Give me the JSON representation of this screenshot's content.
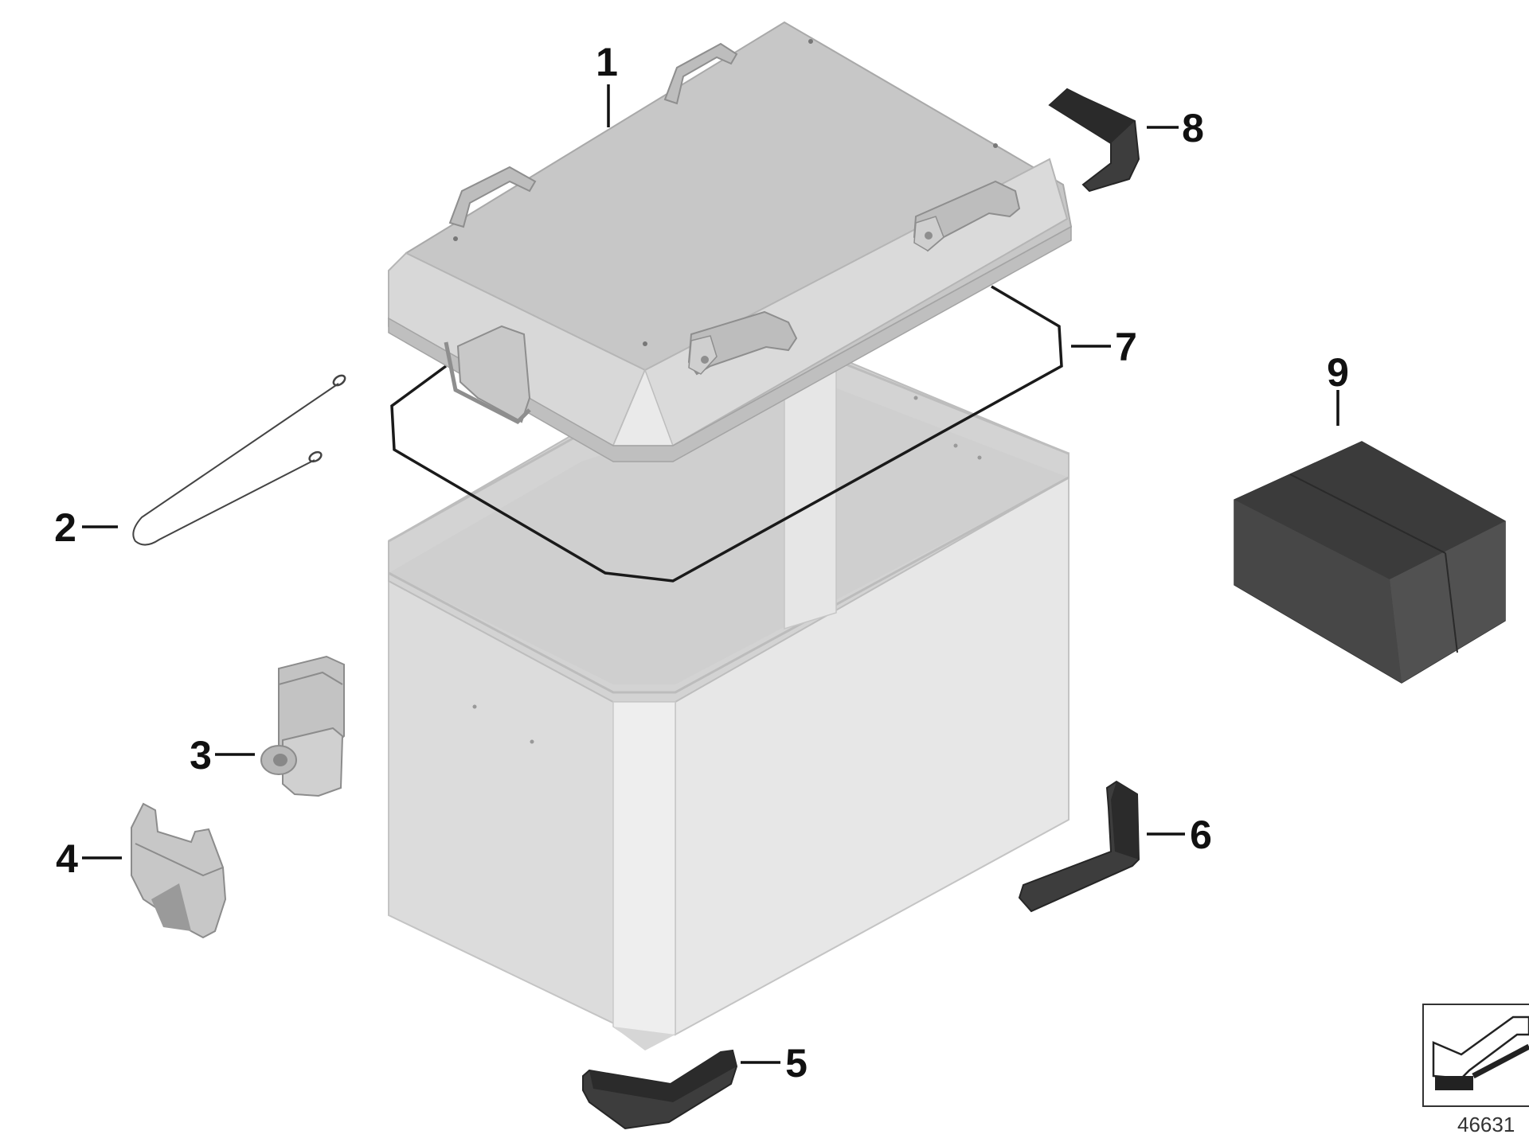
{
  "diagram": {
    "callouts": [
      {
        "id": "1",
        "label": "1",
        "part": "lid"
      },
      {
        "id": "2",
        "label": "2",
        "part": "safety-cable"
      },
      {
        "id": "3",
        "label": "3",
        "part": "lock-cylinder"
      },
      {
        "id": "4",
        "label": "4",
        "part": "lock-catch"
      },
      {
        "id": "5",
        "label": "5",
        "part": "corner-protector-bottom"
      },
      {
        "id": "6",
        "label": "6",
        "part": "corner-protector-side"
      },
      {
        "id": "7",
        "label": "7",
        "part": "lid-seal"
      },
      {
        "id": "8",
        "label": "8",
        "part": "corner-protector-top"
      },
      {
        "id": "9",
        "label": "9",
        "part": "inner-bag"
      }
    ],
    "reference_number": "46631",
    "colors": {
      "case_light": "#e2e2e2",
      "case_mid": "#d4d4d4",
      "lid_top": "#c9c9c9",
      "lid_front": "#dcdcdc",
      "dark_part": "#3a3a3a",
      "bag_side": "#474747",
      "line": "#111111"
    }
  }
}
